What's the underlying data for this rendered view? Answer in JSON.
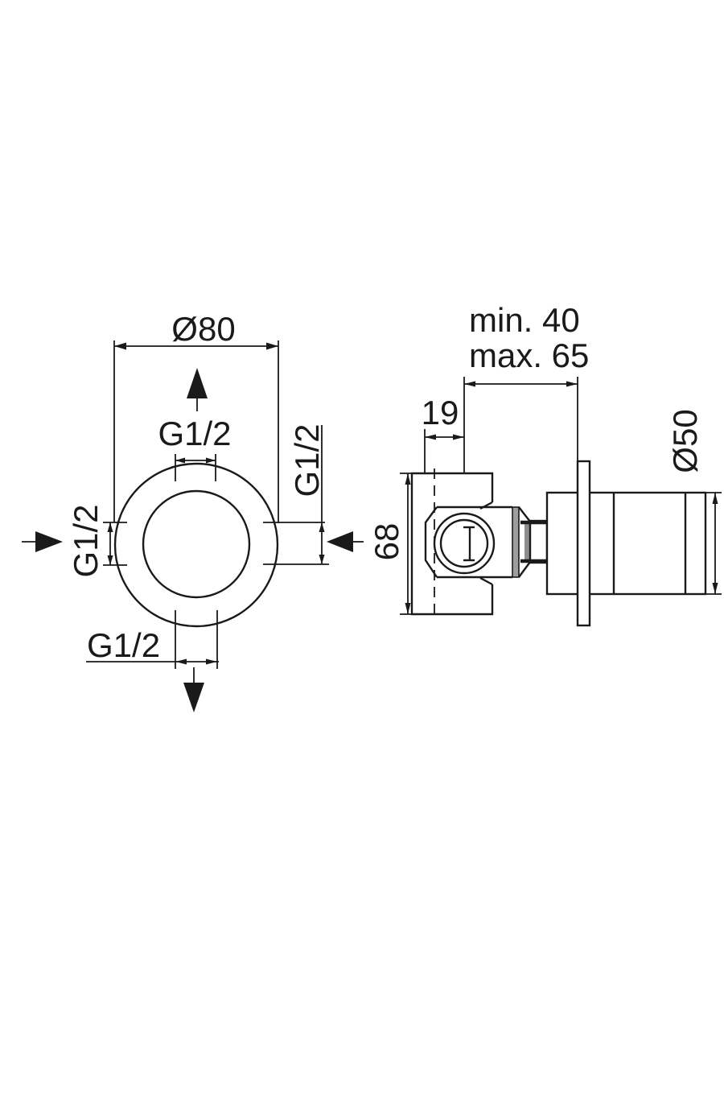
{
  "page": {
    "background_color": "#ffffff",
    "line_color": "#1a1a1a",
    "shade_color": "#9e9e9e"
  },
  "front_view": {
    "plate_diameter_label": "Ø80",
    "top_port_label": "G1/2",
    "right_port_label": "G1/2",
    "left_port_label": "G1/2",
    "bottom_port_label": "G1/2"
  },
  "side_view": {
    "recess_depth_min_label": "min. 40",
    "recess_depth_max_label": "max. 65",
    "port_offset_label": "19",
    "body_height_label": "68",
    "handle_diameter_label": "Ø50"
  }
}
